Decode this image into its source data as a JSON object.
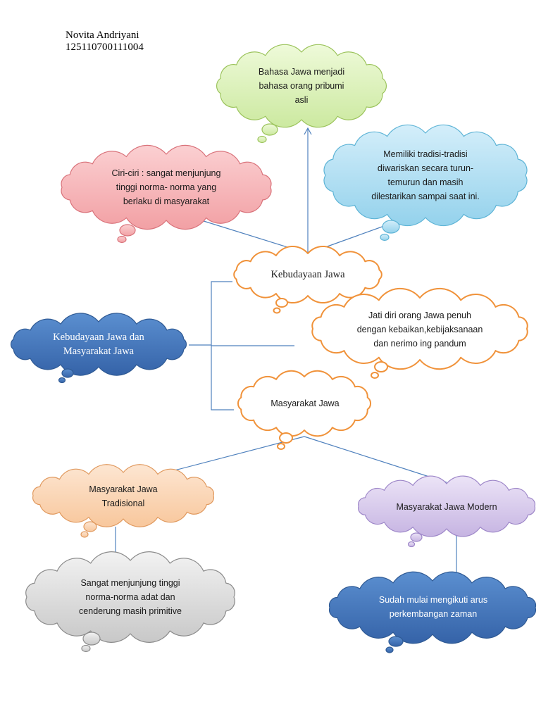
{
  "author": {
    "name": "Novita Andriyani",
    "id": "125110700111004"
  },
  "nodes": {
    "root": "Kebudayaan Jawa dan\nMasyarakat Jawa",
    "kebudayaan": "Kebudayaan Jawa",
    "bahasa": "Bahasa Jawa menjadi\nbahasa orang pribumi\nasli",
    "ciri": "Ciri-ciri : sangat menjunjung\ntinggi norma- norma yang\nberlaku di masyarakat",
    "tradisi": "Memiliki tradisi-tradisi\ndiwariskan secara turun-\ntemurun dan masih\ndilestarikan sampai saat ini.",
    "jatidiri": "Jati diri orang Jawa penuh\ndengan kebaikan,kebijaksanaan\ndan nerimo ing pandum",
    "masyarakat": "Masyarakat Jawa",
    "tradisional": "Masyarakat Jawa\nTradisional",
    "modern": "Masyarakat Jawa Modern",
    "tradisional_desc": "Sangat menjunjung tinggi\nnorma-norma adat dan\ncenderung masih primitive",
    "modern_desc": "Sudah mulai mengikuti arus\nperkembangan zaman"
  },
  "colors": {
    "line": "#4f81bd",
    "root_fill": "#4a7ebf",
    "bahasa_fill": "#d8f0b4",
    "ciri_fill": "#f5b2b5",
    "tradisi_fill": "#a9dcf0",
    "orange_stroke": "#f0923a",
    "tradisional_fill": "#fad4b2",
    "modern_fill": "#d6c8ea",
    "gray_fill": "#dcdcdc",
    "modern_desc_fill": "#3f72b8"
  }
}
